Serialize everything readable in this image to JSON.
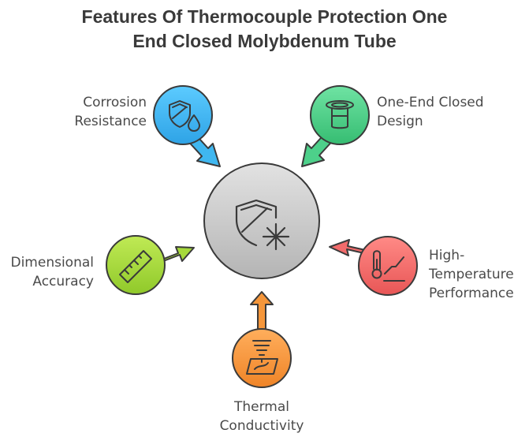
{
  "title": {
    "line1": "Features Of Thermocouple Protection One",
    "line2": "End Closed Molybdenum Tube"
  },
  "center_icon": "shield-snowflake-icon",
  "features": [
    {
      "line1": "Corrosion",
      "line2": "Resistance",
      "icon": "shield-droplet-icon",
      "color": "#3fb7f0"
    },
    {
      "line1": "One-End Closed",
      "line2": "Design",
      "icon": "cylinder-icon",
      "color": "#4dd08a"
    },
    {
      "line1": "Dimensional",
      "line2": "Accuracy",
      "icon": "ruler-icon",
      "color": "#a6d93b"
    },
    {
      "line1": "High-",
      "line2": "Temperature",
      "line3": "Performance",
      "icon": "thermometer-icon",
      "color": "#f26b6b"
    },
    {
      "line1": "Thermal",
      "line2": "Conductivity",
      "icon": "heat-tornado-icon",
      "color": "#f5963a"
    }
  ]
}
